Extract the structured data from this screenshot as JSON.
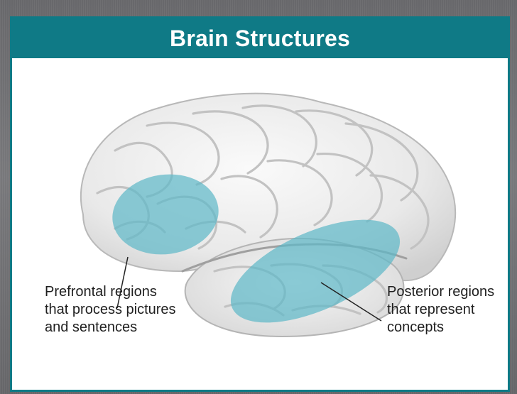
{
  "title": "Brain Structures",
  "labels": {
    "prefrontal": "Prefrontal regions\nthat process pictures\nand sentences",
    "posterior": "Posterior regions\nthat represent\nconcepts"
  },
  "colors": {
    "header": "#0f7a86",
    "highlight": "#5fb9c7",
    "background": "#6f6f72"
  }
}
